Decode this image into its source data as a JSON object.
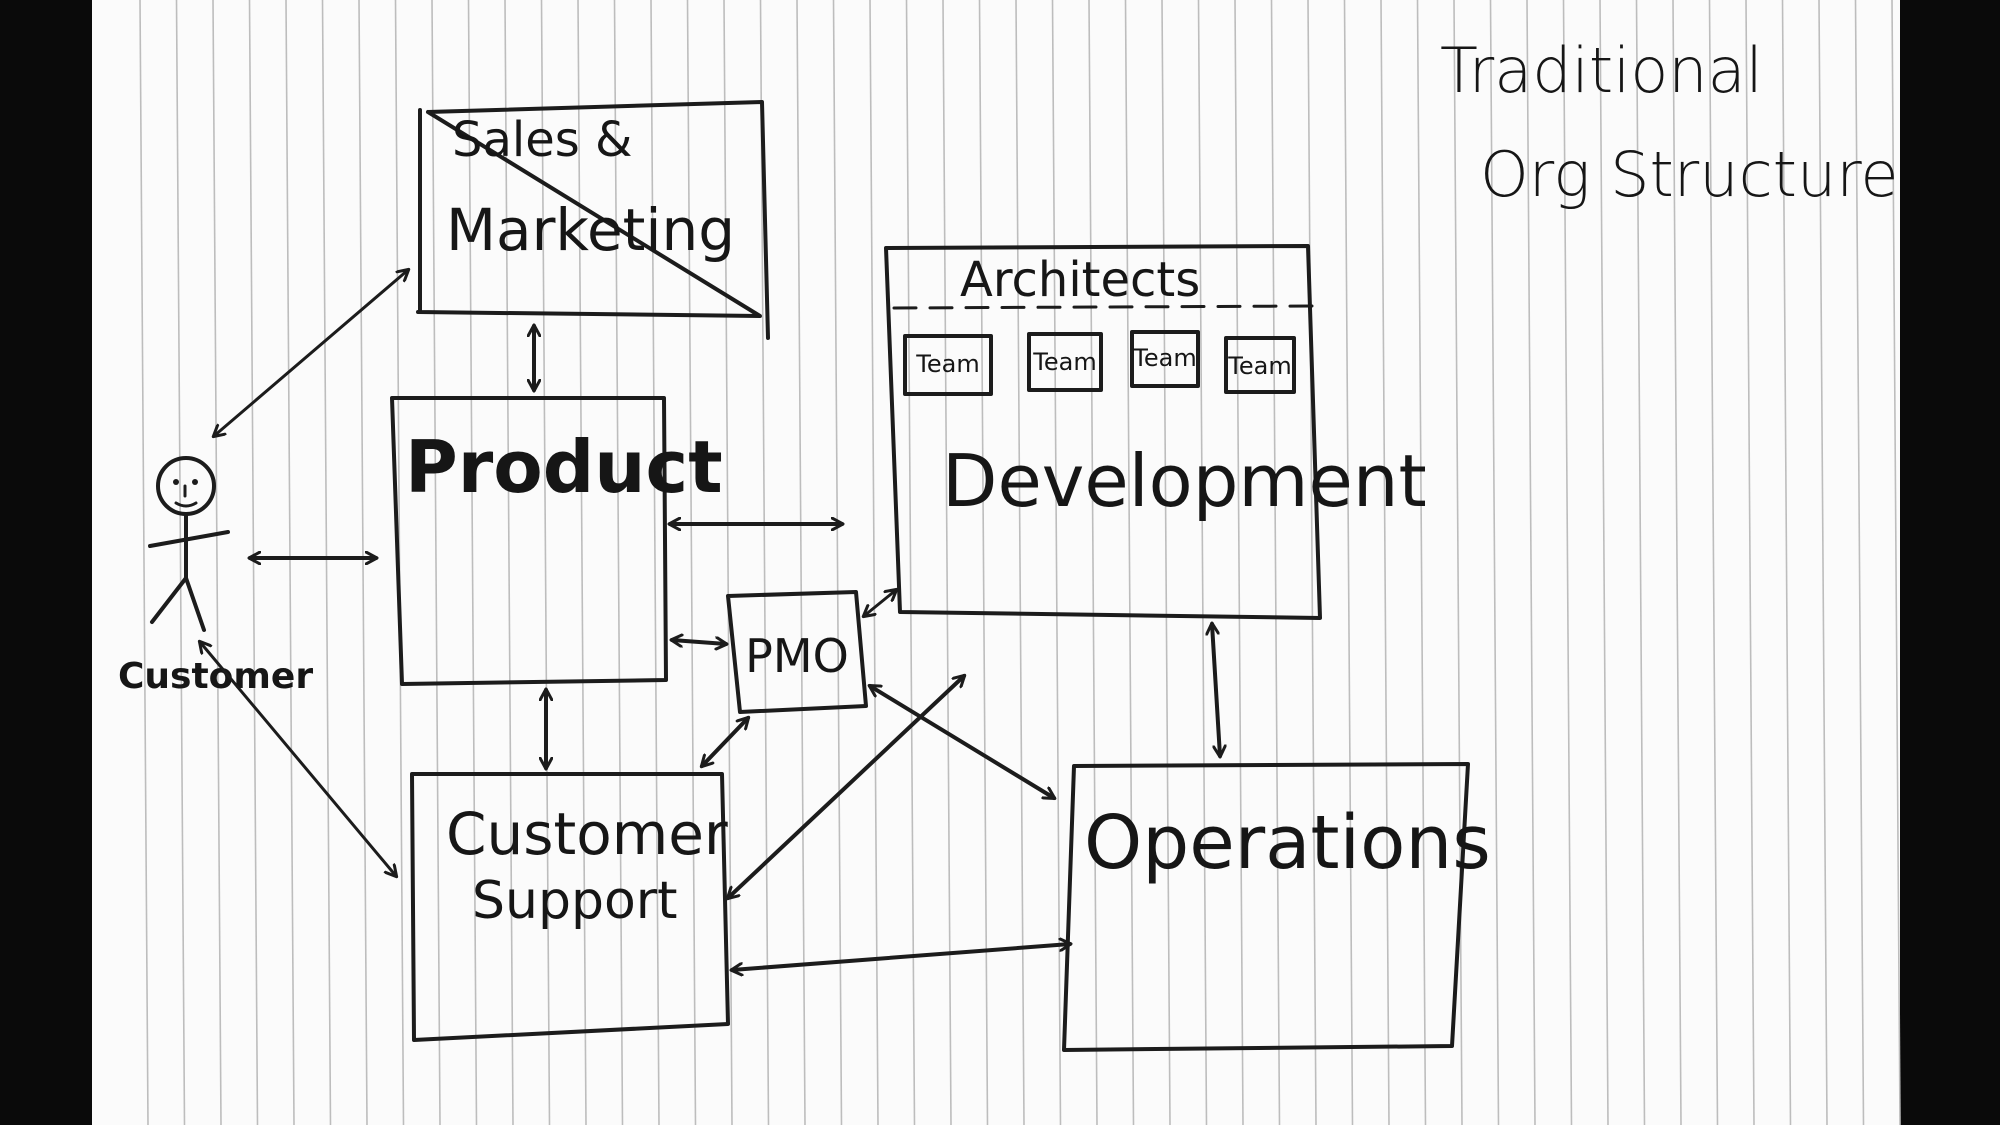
{
  "title": {
    "line1": "Traditional",
    "line2": "Org Structure"
  },
  "customer": {
    "label": "Customer"
  },
  "boxes": {
    "sales": {
      "line1": "Sales  &",
      "line2": "Marketing"
    },
    "product": {
      "label": "Product"
    },
    "development": {
      "header": "Architects",
      "label": "Development",
      "teams": [
        "Team",
        "Team",
        "Team",
        "Team"
      ]
    },
    "pmo": {
      "label": "PMO"
    },
    "support": {
      "line1": "Customer",
      "line2": "Support"
    },
    "operations": {
      "label": "Operations"
    }
  },
  "colors": {
    "paper": "#fbfbfb",
    "ink": "#161616",
    "rule": "#bdbdbd",
    "background": "#0a0a0a"
  }
}
